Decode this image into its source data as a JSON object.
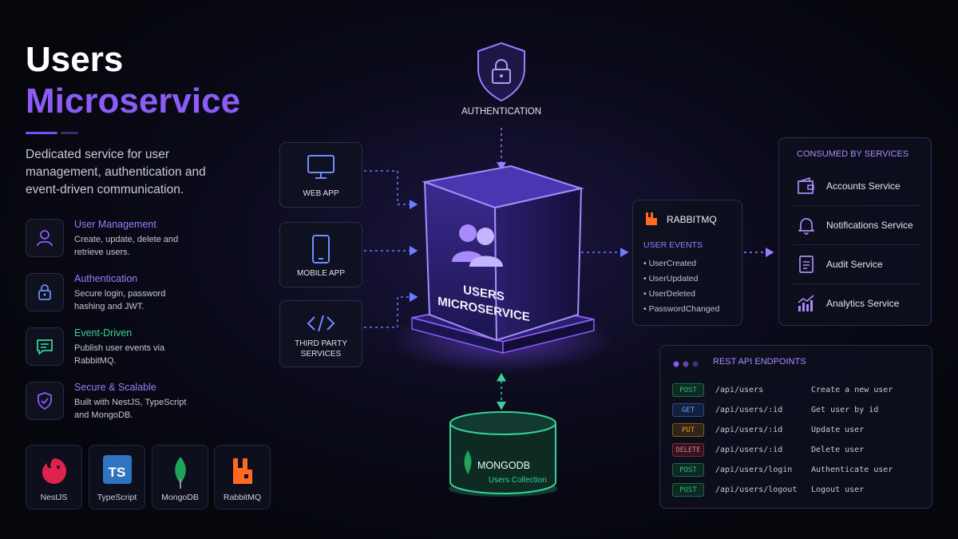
{
  "title": {
    "line1": "Users",
    "line2": "Microservice"
  },
  "description": "Dedicated service for user management, authentication and event-driven communication.",
  "features": [
    {
      "title": "User Management",
      "desc": "Create, update, delete and retrieve users.",
      "icon": "user-icon"
    },
    {
      "title": "Authentication",
      "desc": "Secure login, password hashing and JWT.",
      "icon": "lock-icon"
    },
    {
      "title": "Event-Driven",
      "desc": "Publish user events via RabbitMQ.",
      "icon": "message-icon"
    },
    {
      "title": "Secure & Scalable",
      "desc": "Built with NestJS, TypeScript and MongoDB.",
      "icon": "shield-check-icon"
    }
  ],
  "tech": [
    {
      "label": "NestJS",
      "icon": "nestjs-logo-icon"
    },
    {
      "label": "TypeScript",
      "icon": "typescript-logo-icon",
      "badge": "TS"
    },
    {
      "label": "MongoDB",
      "icon": "mongodb-leaf-icon"
    },
    {
      "label": "RabbitMQ",
      "icon": "rabbitmq-logo-icon"
    }
  ],
  "auth": {
    "label": "AUTHENTICATION"
  },
  "clients": [
    {
      "label": "WEB APP",
      "icon": "monitor-icon"
    },
    {
      "label": "MOBILE APP",
      "icon": "smartphone-icon"
    },
    {
      "label": "THIRD PARTY SERVICES",
      "icon": "code-icon"
    }
  ],
  "core": {
    "line1": "USERS",
    "line2": "MICROSERVICE"
  },
  "db": {
    "name": "MONGODB",
    "sub": "Users Collection"
  },
  "rabbit": {
    "name": "RABBITMQ",
    "section": "USER EVENTS",
    "events": [
      "UserCreated",
      "UserUpdated",
      "UserDeleted",
      "PasswordChanged"
    ]
  },
  "consumers": {
    "title": "CONSUMED BY SERVICES",
    "items": [
      {
        "name": "Accounts Service",
        "icon": "wallet-icon"
      },
      {
        "name": "Notifications Service",
        "icon": "bell-icon"
      },
      {
        "name": "Audit Service",
        "icon": "document-icon"
      },
      {
        "name": "Analytics Service",
        "icon": "chart-icon"
      }
    ]
  },
  "api": {
    "title": "REST API ENDPOINTS",
    "endpoints": [
      {
        "method": "POST",
        "path": "/api/users",
        "desc": "Create a new user"
      },
      {
        "method": "GET",
        "path": "/api/users/:id",
        "desc": "Get user by id"
      },
      {
        "method": "PUT",
        "path": "/api/users/:id",
        "desc": "Update user"
      },
      {
        "method": "DELETE",
        "path": "/api/users/:id",
        "desc": "Delete user"
      },
      {
        "method": "POST",
        "path": "/api/users/login",
        "desc": "Authenticate user"
      },
      {
        "method": "POST",
        "path": "/api/users/logout",
        "desc": "Logout user"
      }
    ]
  },
  "colors": {
    "accent": "#8b5cf6",
    "post": "#22c55e",
    "get": "#3b82f6",
    "put": "#f59e0b",
    "delete": "#ef4444",
    "db": "#34d399",
    "rabbit": "#ff6a1f"
  }
}
